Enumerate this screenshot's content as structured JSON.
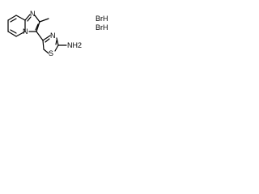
{
  "molecule": {
    "atoms": {
      "n_imidazole": "N",
      "n_bridgehead": "N",
      "n_thiazole": "N",
      "s_thiazole": "S",
      "amine": "NH2"
    },
    "salts": [
      "BrH",
      "BrH"
    ]
  },
  "colors": {
    "bond": "#000000",
    "label": "#000000",
    "background": "#ffffff"
  }
}
